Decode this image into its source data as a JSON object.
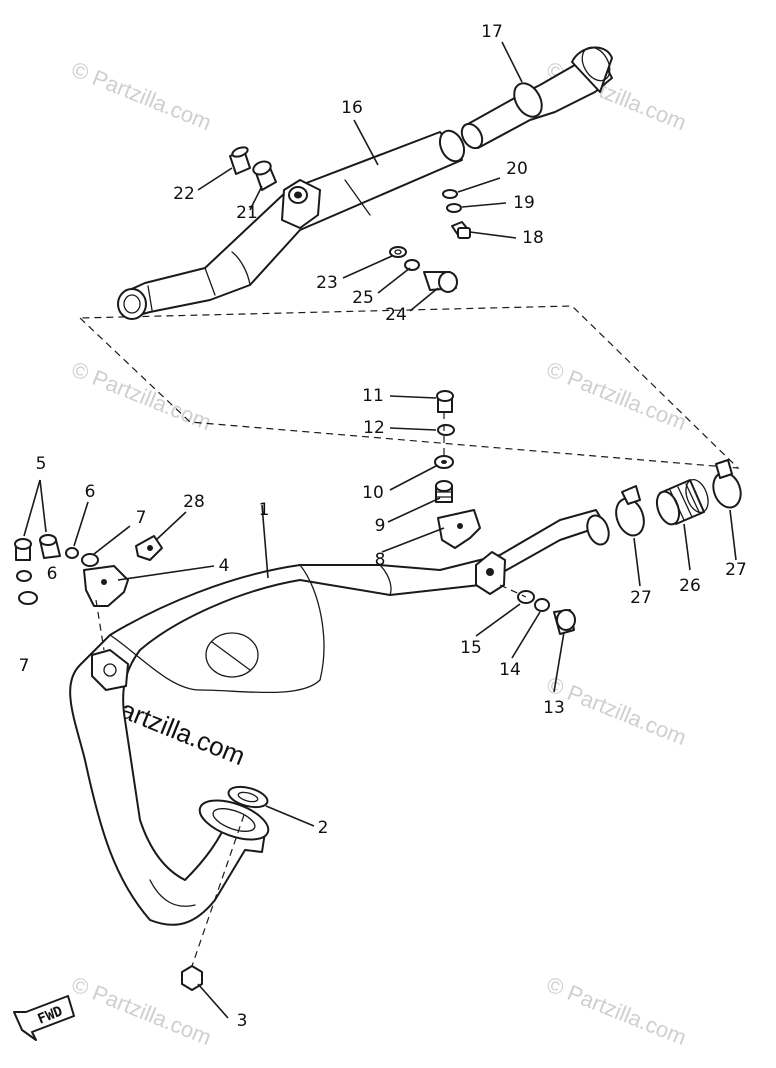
{
  "watermark": {
    "faded_text": "© Partzilla.com",
    "main_text": "© Partzilla.com"
  },
  "fwd_label": "FWD",
  "callouts": [
    {
      "id": "c1",
      "label": "1"
    },
    {
      "id": "c2",
      "label": "2"
    },
    {
      "id": "c3",
      "label": "3"
    },
    {
      "id": "c4",
      "label": "4"
    },
    {
      "id": "c5",
      "label": "5"
    },
    {
      "id": "c6a",
      "label": "6"
    },
    {
      "id": "c6b",
      "label": "6"
    },
    {
      "id": "c7a",
      "label": "7"
    },
    {
      "id": "c7b",
      "label": "7"
    },
    {
      "id": "c8",
      "label": "8"
    },
    {
      "id": "c9",
      "label": "9"
    },
    {
      "id": "c10",
      "label": "10"
    },
    {
      "id": "c11",
      "label": "11"
    },
    {
      "id": "c12",
      "label": "12"
    },
    {
      "id": "c13",
      "label": "13"
    },
    {
      "id": "c14",
      "label": "14"
    },
    {
      "id": "c15",
      "label": "15"
    },
    {
      "id": "c16",
      "label": "16"
    },
    {
      "id": "c17",
      "label": "17"
    },
    {
      "id": "c18",
      "label": "18"
    },
    {
      "id": "c19",
      "label": "19"
    },
    {
      "id": "c20",
      "label": "20"
    },
    {
      "id": "c21",
      "label": "21"
    },
    {
      "id": "c22",
      "label": "22"
    },
    {
      "id": "c23",
      "label": "23"
    },
    {
      "id": "c24",
      "label": "24"
    },
    {
      "id": "c25",
      "label": "25"
    },
    {
      "id": "c26",
      "label": "26"
    },
    {
      "id": "c27a",
      "label": "27"
    },
    {
      "id": "c27b",
      "label": "27"
    },
    {
      "id": "c28",
      "label": "28"
    }
  ]
}
